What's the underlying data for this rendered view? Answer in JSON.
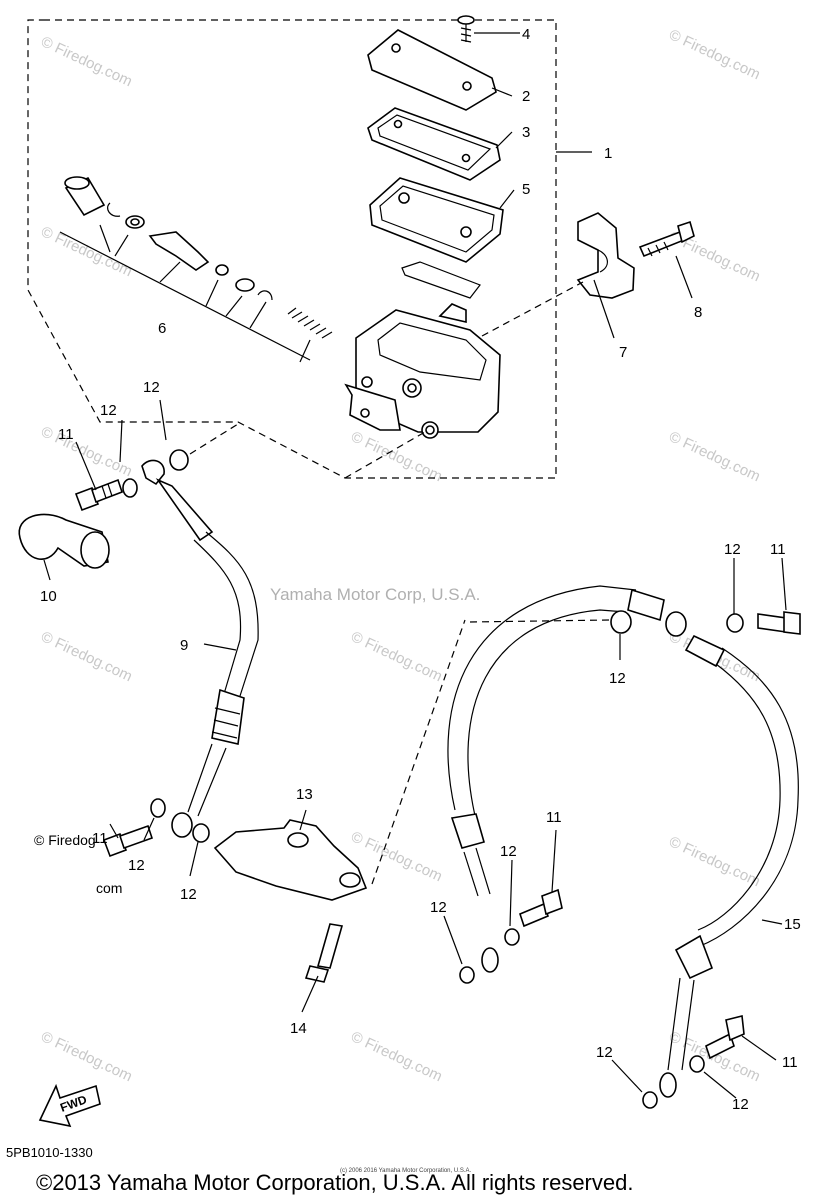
{
  "callouts": {
    "c1": "1",
    "c2": "2",
    "c3": "3",
    "c4": "4",
    "c5": "5",
    "c6": "6",
    "c7": "7",
    "c8": "8",
    "c9": "9",
    "c10": "10",
    "c11": "11",
    "c12": "12",
    "c13": "13",
    "c14": "14",
    "c15": "15"
  },
  "watermarks": {
    "firedog": "© Firedog.com",
    "firedog_plain": "Firedog.com",
    "firedog_split_a": "© Firedog",
    "firedog_split_b": "com",
    "center": "Yamaha Motor Corp, U.S.A."
  },
  "fwd_label": "FWD",
  "diagram_code": "5PB1010-1330",
  "copyright": "©2013 Yamaha Motor Corporation, U.S.A. All rights reserved.",
  "tiny_copyright": "(c) 2006 2016 Yamaha Motor Corporation, U.S.A."
}
